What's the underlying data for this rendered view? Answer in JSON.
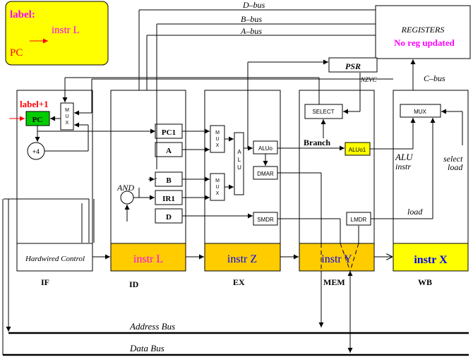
{
  "legend": {
    "label": "label:",
    "instr": "instr L",
    "pc": "PC"
  },
  "registers": {
    "title": "REGISTERS",
    "note": "No reg updated"
  },
  "buses": {
    "d_bus": "D–bus",
    "b_bus": "B–bus",
    "a_bus": "A–bus",
    "c_bus": "C–bus",
    "address_bus": "Address Bus",
    "data_bus": "Data Bus"
  },
  "if_stage": {
    "label_plus1": "label+1",
    "pc": "PC",
    "mux": "MUX",
    "plus4": "+4",
    "control": "Hardwired Control",
    "name": "IF"
  },
  "id_stage": {
    "pc1": "PC1",
    "a": "A",
    "b": "B",
    "ir1": "IR1",
    "d": "D",
    "and": "AND",
    "instr": "instr L",
    "name": "ID"
  },
  "ex_stage": {
    "mux_top": "MUX",
    "mux_bottom": "MUX",
    "alu": "ALU",
    "instr": "instr Z",
    "name": "EX"
  },
  "mem_stage": {
    "aluo": "ALUo",
    "dmar": "DMAR",
    "smdr": "SMDR",
    "select": "SELECT",
    "psr": "PSR",
    "nzvc": "NZVC",
    "branch": "Branch",
    "aluo1": "ALUo1",
    "lmdr": "LMDR",
    "instr": "instr Y",
    "name": "MEM"
  },
  "wb_stage": {
    "mux": "MUX",
    "alu_instr_1": "ALU",
    "alu_instr_2": "instr",
    "select_load_1": "select",
    "select_load_2": "load",
    "load": "load",
    "instr": "instr X",
    "name": "WB"
  },
  "colors": {
    "yellow": "#ffff00",
    "gold": "#ffcc00",
    "green": "#00cc00",
    "magenta": "#ff00ff",
    "blue": "#0000ff",
    "red": "#ff0000"
  }
}
